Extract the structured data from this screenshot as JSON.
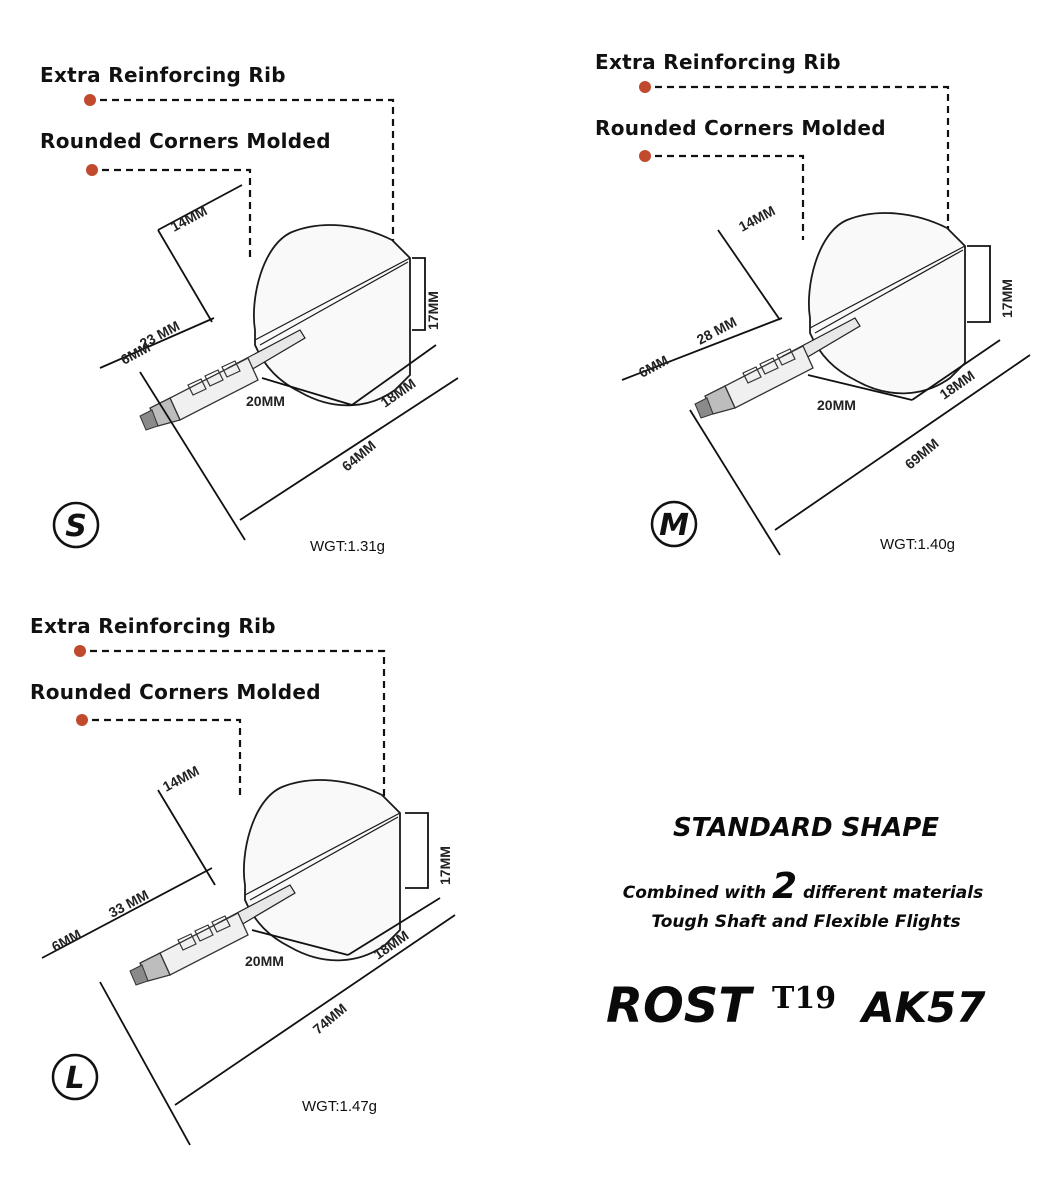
{
  "callouts": {
    "rib": "Extra Reinforcing Rib",
    "corners": "Rounded Corners Molded"
  },
  "sizes": {
    "s": {
      "letter": "S",
      "d_top": "14MM",
      "d_side": "17MM",
      "d_20": "20MM",
      "d_18": "18MM",
      "d_left": "6MM",
      "d_mid": "23 MM",
      "d_total": "64MM",
      "weight": "WGT:1.31g"
    },
    "m": {
      "letter": "M",
      "d_top": "14MM",
      "d_side": "17MM",
      "d_20": "20MM",
      "d_18": "18MM",
      "d_left": "6MM",
      "d_mid": "28 MM",
      "d_total": "69MM",
      "weight": "WGT:1.40g"
    },
    "l": {
      "letter": "L",
      "d_top": "14MM",
      "d_side": "17MM",
      "d_20": "20MM",
      "d_18": "18MM",
      "d_left": "6MM",
      "d_mid": "33 MM",
      "d_total": "74MM",
      "weight": "WGT:1.47g"
    }
  },
  "info": {
    "title": "STANDARD SHAPE",
    "line1_pre": "Combined with ",
    "line1_num": "2",
    "line1_post": " different materials",
    "line2": "Tough Shaft and Flexible Flights"
  },
  "brand": {
    "name": "ROST",
    "model": "T19",
    "logo_text": "AK57"
  },
  "colors": {
    "callout_dot": "#c0492e",
    "line": "#111111",
    "flight_fill": "#f8f9f8"
  }
}
